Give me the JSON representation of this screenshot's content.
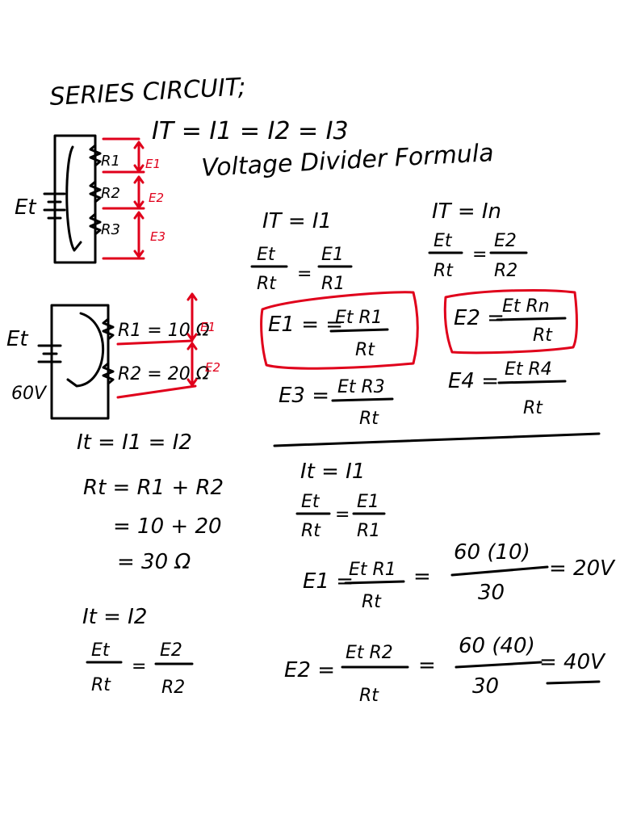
{
  "heading": "SERIES CIRCUIT;",
  "current_law": "IT = I1 = I2 = I3",
  "subheading": "Voltage Divider Formula",
  "circuit1": {
    "source": "Et",
    "resistors": [
      "R1",
      "R2",
      "R3"
    ],
    "drops": [
      "E1",
      "E2",
      "E3"
    ]
  },
  "circuit2": {
    "source": "Et",
    "source_value": "60V",
    "resistors": [
      "R1 = 10 Ω",
      "R2 = 20 Ω"
    ],
    "drops": [
      "E1",
      "E2"
    ]
  },
  "derivation_left": {
    "it_line": "IT = I1",
    "frac_lhs_num": "Et",
    "frac_lhs_den": "Rt",
    "frac_rhs_num": "E1",
    "frac_rhs_den": "R1",
    "boxed_lhs": "E1 = =",
    "boxed_num": "Et R1",
    "boxed_den": "Rt",
    "e3_lhs": "E3 =",
    "e3_num": "Et R3",
    "e3_den": "Rt"
  },
  "derivation_right": {
    "it_line": "IT = In",
    "frac_lhs_num": "Et",
    "frac_lhs_den": "Rt",
    "frac_rhs_num": "E2",
    "frac_rhs_den": "R2",
    "boxed_lhs": "E2 =",
    "boxed_num": "Et Rn",
    "boxed_den": "Rt",
    "e4_lhs": "E4 =",
    "e4_num": "Et R4",
    "e4_den": "Rt"
  },
  "left_work": {
    "line1": "It = I1 = I2",
    "line2": "Rt = R1 + R2",
    "line3": "= 10 + 20",
    "line4": "= 30 Ω",
    "line5": "It = I2",
    "frac_lhs_num": "Et",
    "frac_lhs_den": "Rt",
    "frac_rhs_num": "E2",
    "frac_rhs_den": "R2"
  },
  "right_work": {
    "line1": "It = I1",
    "frac_lhs_num": "Et",
    "frac_lhs_den": "Rt",
    "frac_rhs_num": "E1",
    "frac_rhs_den": "R1",
    "e1_lhs": "E1 =",
    "e1_num": "Et R1",
    "e1_den": "Rt",
    "e1_calc_num": "60 (10)",
    "e1_calc_den": "30",
    "e1_result": "= 20V",
    "e2_lhs": "E2 =",
    "e2_num": "Et R2",
    "e2_den": "Rt",
    "e2_calc_num": "60 (40)",
    "e2_calc_den": "30",
    "e2_result": "= 40V"
  },
  "colors": {
    "ink": "#000000",
    "highlight": "#e0001b",
    "background": "#ffffff"
  }
}
